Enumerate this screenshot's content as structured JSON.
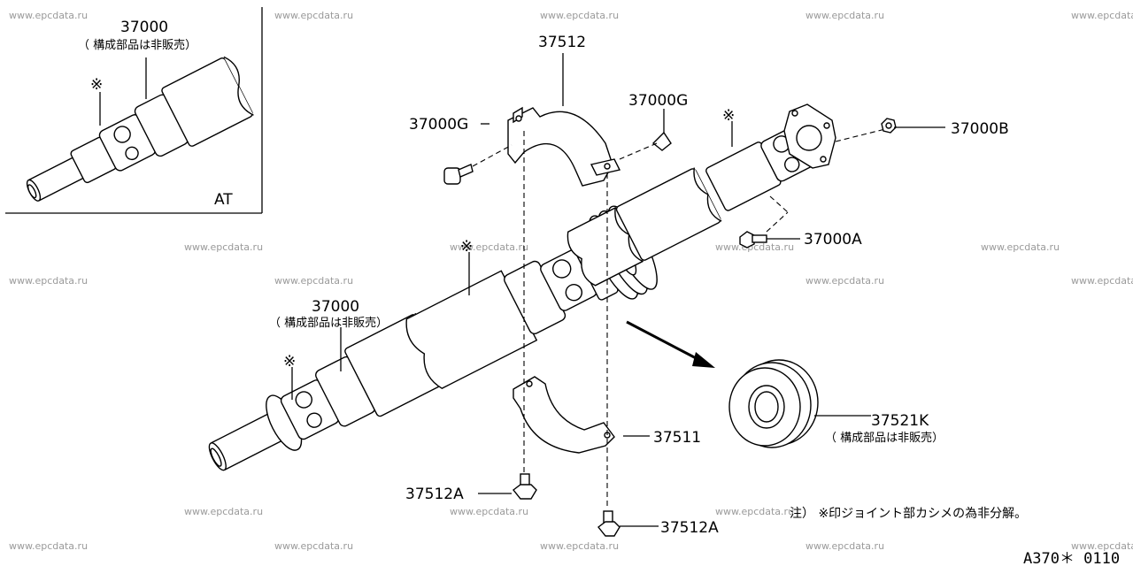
{
  "watermark": "www.epcdata.ru",
  "inset": {
    "part_number": "37000",
    "note": "（ 構成部品は非販売）",
    "mark": "※",
    "variant": "AT"
  },
  "labels": {
    "p37512": "37512",
    "p37000G_left": "37000G",
    "p37000G_right": "37000G",
    "p37000B": "37000B",
    "p37000A": "37000A",
    "p37000_main": "37000",
    "p37000_main_note": "（ 構成部品は非販売）",
    "p37511": "37511",
    "p37521K": "37521K",
    "p37521K_note": "（ 構成部品は非販売）",
    "p37512A_left": "37512A",
    "p37512A_bottom": "37512A",
    "mark_main_left": "※",
    "mark_main_mid": "※",
    "mark_main_right": "※"
  },
  "footnote": "注） ※印ジョイント部カシメの為非分解。",
  "diagram_code": "A370＊ 0110"
}
